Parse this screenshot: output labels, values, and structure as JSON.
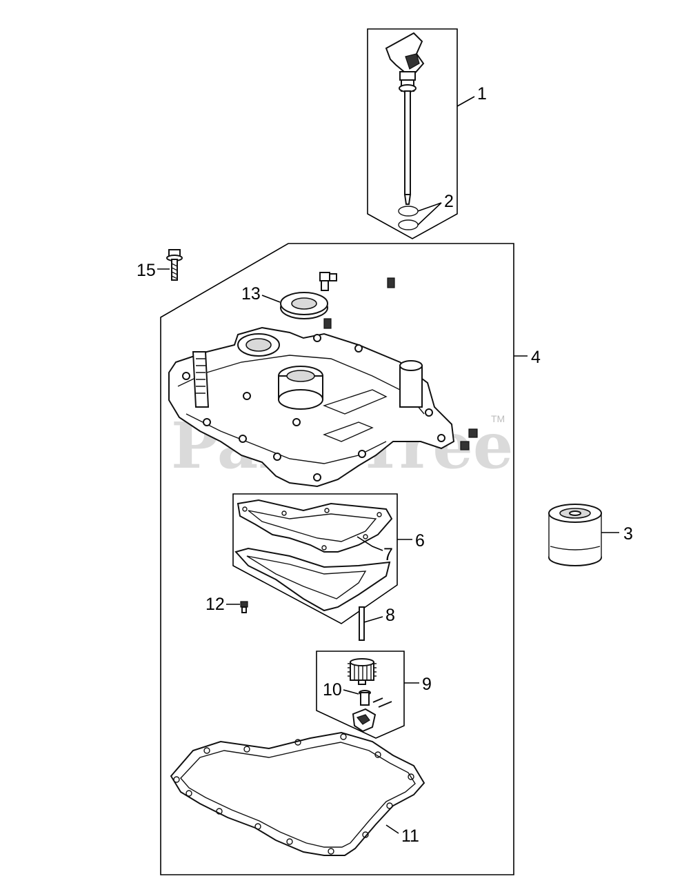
{
  "watermark": {
    "text": "PartsTree",
    "trademark": "TM"
  },
  "callouts": [
    {
      "id": "1",
      "label": "1"
    },
    {
      "id": "2",
      "label": "2"
    },
    {
      "id": "3",
      "label": "3"
    },
    {
      "id": "4",
      "label": "4"
    },
    {
      "id": "6",
      "label": "6"
    },
    {
      "id": "7",
      "label": "7"
    },
    {
      "id": "8",
      "label": "8"
    },
    {
      "id": "9",
      "label": "9"
    },
    {
      "id": "10",
      "label": "10"
    },
    {
      "id": "11",
      "label": "11"
    },
    {
      "id": "12",
      "label": "12"
    },
    {
      "id": "13",
      "label": "13"
    },
    {
      "id": "15",
      "label": "15"
    }
  ]
}
